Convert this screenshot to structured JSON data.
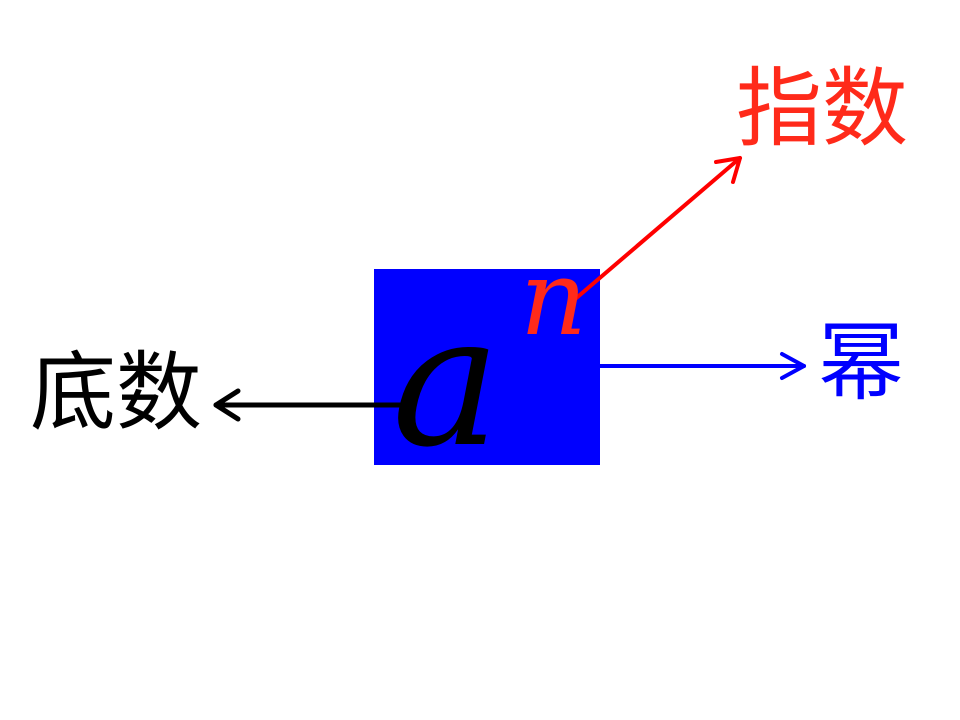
{
  "expression": {
    "base_symbol": "a",
    "exponent_symbol": "n"
  },
  "labels": {
    "exponent": "指数",
    "base": "底数",
    "power": "幂"
  },
  "colors": {
    "box": "#0000ff",
    "base_symbol": "#000000",
    "exponent_symbol": "#ff2a1a",
    "exponent_label": "#ff2a1a",
    "base_label": "#000000",
    "power_label": "#0000ff",
    "exponent_arrow": "#ff0000",
    "base_arrow": "#000000",
    "power_arrow": "#0000ff"
  }
}
